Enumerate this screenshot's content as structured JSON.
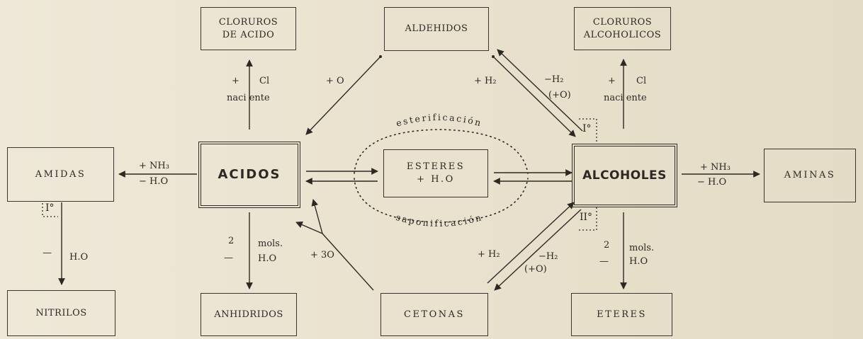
{
  "boxes": {
    "cloruros_acido": "CLORUROS\nDE ACIDO",
    "aldehidos": "ALDEHIDOS",
    "cloruros_alcoholicos": "CLORUROS\nALCOHOLICOS",
    "amidas": "AMIDAS",
    "acidos": "ACIDOS",
    "esteres": "ESTERES\n+ H.O",
    "alcoholes": "ALCOHOLES",
    "aminas": "AMINAS",
    "nitrilos": "NITRILOS",
    "anhidridos": "ANHIDRIDOS",
    "cetonas": "CETONAS",
    "eteres": "ETERES"
  },
  "reactions": {
    "esterificacion": "esterificación",
    "saponificacion": "saponificación",
    "acid_chlor_plus": "+",
    "acid_chlor_cl": "Cl",
    "acid_chlor_naciente": "naci ente",
    "alc_chlor_plus": "+",
    "alc_chlor_cl": "Cl",
    "alc_chlor_naciente": "naci ente",
    "oxid_aldehido": "+ O",
    "red_aldehido": "+ H₂",
    "ox_alcohol_aldehido": "−H₂",
    "ox_alcohol_aldehido_2": "(+O)",
    "primary_mark": "I°",
    "secondary_mark": "II°",
    "amida_nh3": "+ NH₃",
    "amida_h2o": "− H.O",
    "amina_nh3": "+ NH₃",
    "amina_h2o": "− H.O",
    "amida_mark": "I°",
    "nitrilo_minus": "—",
    "nitrilo_h2o": "H.O",
    "anh_2": "2",
    "anh_mols": "mols.",
    "anh_minus": "—",
    "anh_h2o": "H.O",
    "eter_2": "2",
    "eter_mols": "mols.",
    "eter_minus": "—",
    "eter_h2o": "H.O",
    "cetona_3o": "+ 3O",
    "red_cetona": "+ H₂",
    "ox_alcohol_cetona": "−H₂",
    "ox_alcohol_cetona_2": "(+O)"
  },
  "colors": {
    "ink": "#2c2824",
    "paper": "#ece4d2"
  }
}
